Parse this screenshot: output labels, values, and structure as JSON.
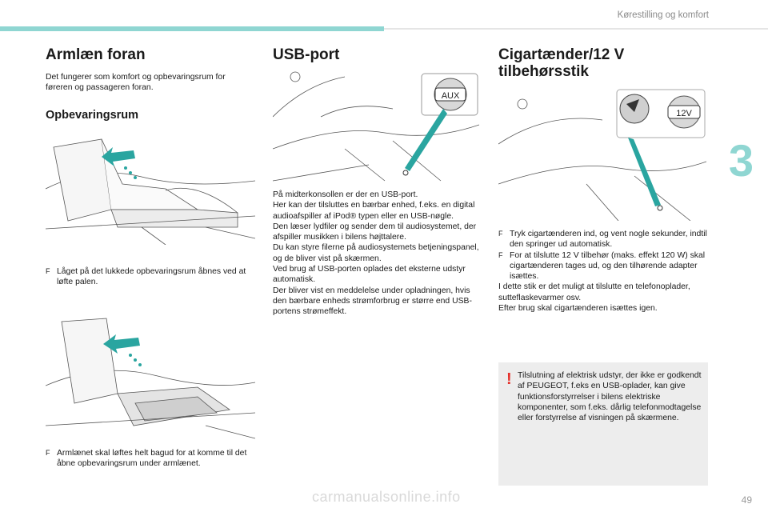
{
  "header": {
    "section_title": "Kørestilling og komfort",
    "chapter_number": "3",
    "page_number": "49"
  },
  "watermark": "carmanualsonline.info",
  "col1": {
    "title": "Armlæn foran",
    "intro": "Det fungerer som komfort og opbevaringsrum for føreren og passageren foran.",
    "subtitle": "Opbevaringsrum",
    "bullet1": "Låget på det lukkede opbevaringsrum åbnes ved at løfte palen.",
    "bullet2": "Armlænet skal løftes helt bagud for at komme til det åbne opbevaringsrum under armlænet."
  },
  "col2": {
    "title": "USB-port",
    "aux_label": "AUX",
    "p1": "På midterkonsollen er der en USB-port.",
    "p2": "Her kan der tilsluttes en bærbar enhed, f.eks. en digital audioafspiller af iPod® typen eller en USB-nøgle.",
    "p3": "Den læser lydfiler og sender dem til audiosystemet, der afspiller musikken i bilens højttalere.",
    "p4": "Du kan styre filerne på audiosystemets betjeningspanel, og de bliver vist på skærmen.",
    "p5": "Ved brug af USB-porten oplades det eksterne udstyr automatisk.",
    "p6": "Der bliver vist en meddelelse under opladningen, hvis den bærbare enheds strømforbrug er større end USB-portens strømeffekt."
  },
  "col3": {
    "title_line1": "Cigartænder/12 V",
    "title_line2": "tilbehørsstik",
    "socket_label": "12V",
    "bullet1": "Tryk cigartænderen ind, og vent nogle sekunder, indtil den springer ud automatisk.",
    "bullet2": "For at tilslutte 12 V tilbehør (maks. effekt 120 W) skal cigartænderen tages ud, og den tilhørende adapter isættes.",
    "p1": "I dette stik er det muligt at tilslutte en telefonoplader, sutteflaskevarmer osv.",
    "p2": "Efter brug skal cigartænderen isættes igen.",
    "warning_mark": "!",
    "warning": "Tilslutning af elektrisk udstyr, der ikke er godkendt af PEUGEOT, f.eks en USB-oplader, kan give funktionsforstyrrelser i bilens elektriske komponenter, som f.eks. dårlig telefonmodtagelse eller forstyrrelse af visningen på skærmene."
  },
  "bullet_mark": "F",
  "colors": {
    "accent": "#8fd6d2",
    "arrow": "#2aa5a0",
    "warning": "#e5302a"
  }
}
